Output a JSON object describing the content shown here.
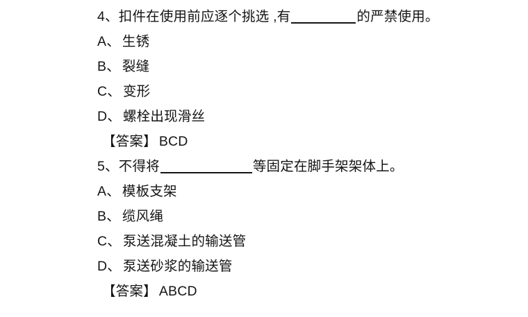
{
  "document": {
    "background_color": "#ffffff",
    "text_color": "#141414",
    "questions": [
      {
        "number": "4、",
        "stem_before_blank": "扣件在使用前应逐个挑选 ,有",
        "blank": "__________",
        "stem_after_blank": "的严禁使用。",
        "options": [
          {
            "label": "A、",
            "text": "生锈"
          },
          {
            "label": "B、",
            "text": "裂缝"
          },
          {
            "label": "C、",
            "text": "变形"
          },
          {
            "label": "D、",
            "text": "螺栓出现滑丝"
          }
        ],
        "answer_label": "【答案】",
        "answer_value": "BCD"
      },
      {
        "number": "5、",
        "stem_before_blank": "不得将",
        "blank": "_____________",
        "stem_after_blank": "等固定在脚手架架体上。",
        "options": [
          {
            "label": "A、",
            "text": "模板支架"
          },
          {
            "label": "B、",
            "text": "缆风绳"
          },
          {
            "label": "C、",
            "text": "泵送混凝土的输送管"
          },
          {
            "label": "D、",
            "text": "泵送砂浆的输送管"
          }
        ],
        "answer_label": "【答案】",
        "answer_value": "ABCD"
      }
    ]
  }
}
